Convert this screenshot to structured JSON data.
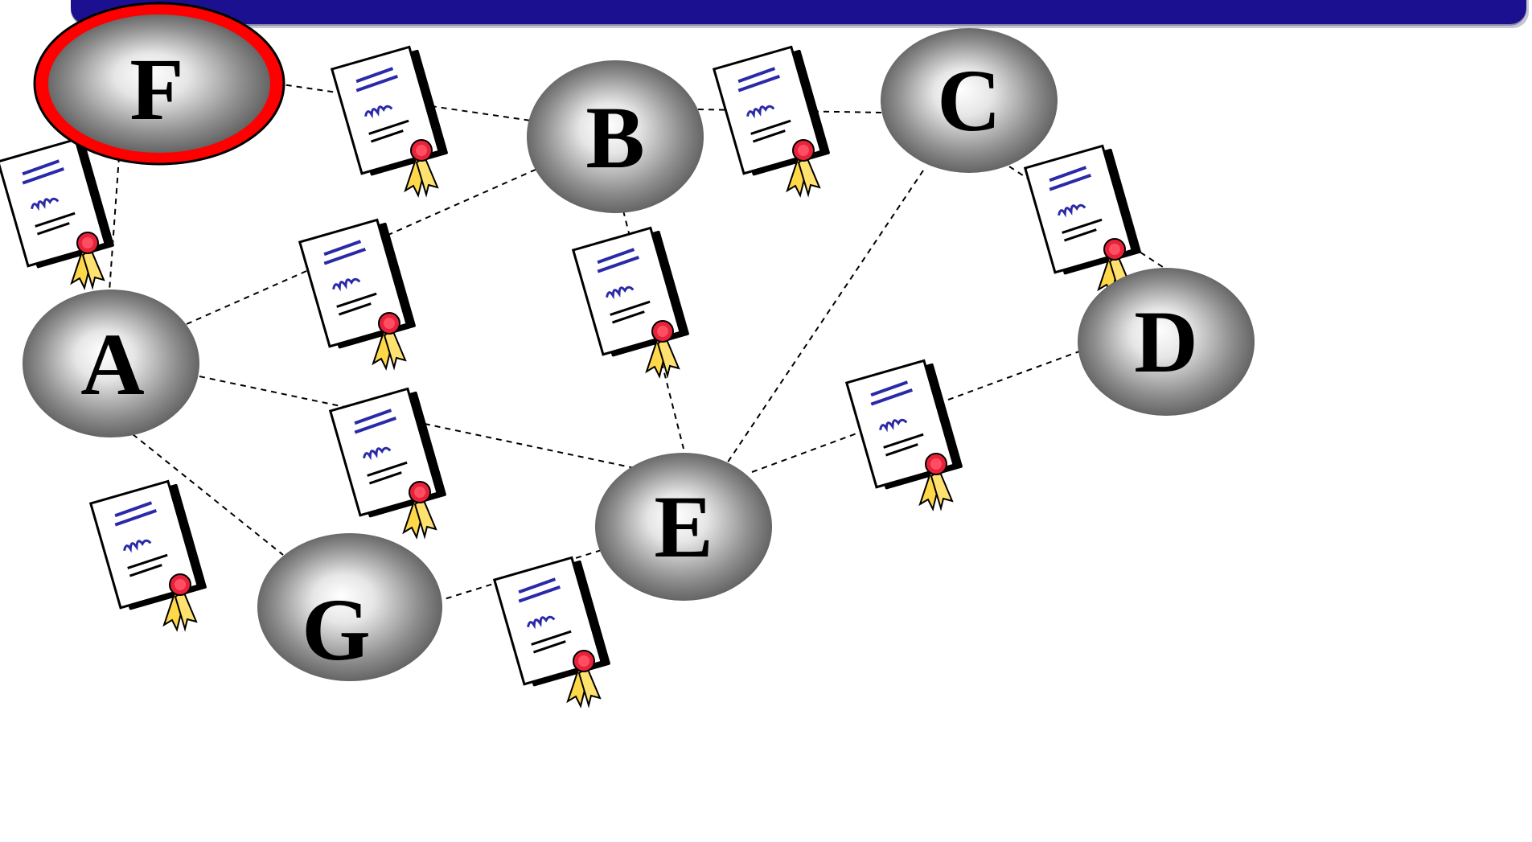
{
  "diagram": {
    "type": "peer-trust-network",
    "accent_color": "#ff0000",
    "bar_color": "#1a1090",
    "edge_style": "dashed",
    "highlighted_node": "F",
    "nodes": [
      {
        "id": "F",
        "label": "F",
        "highlighted": true
      },
      {
        "id": "B",
        "label": "B",
        "highlighted": false
      },
      {
        "id": "C",
        "label": "C",
        "highlighted": false
      },
      {
        "id": "A",
        "label": "A",
        "highlighted": false
      },
      {
        "id": "D",
        "label": "D",
        "highlighted": false
      },
      {
        "id": "E",
        "label": "E",
        "highlighted": false
      },
      {
        "id": "G",
        "label": "G",
        "highlighted": false
      }
    ],
    "edges": [
      {
        "from": "F",
        "to": "B",
        "certificate": true
      },
      {
        "from": "B",
        "to": "C",
        "certificate": true
      },
      {
        "from": "F",
        "to": "A",
        "certificate": true
      },
      {
        "from": "A",
        "to": "B",
        "certificate": true
      },
      {
        "from": "B",
        "to": "E",
        "certificate": true
      },
      {
        "from": "C",
        "to": "D",
        "certificate": true
      },
      {
        "from": "C",
        "to": "E",
        "certificate": false
      },
      {
        "from": "A",
        "to": "E",
        "certificate": true
      },
      {
        "from": "E",
        "to": "D",
        "certificate": true
      },
      {
        "from": "A",
        "to": "G",
        "certificate": true
      },
      {
        "from": "G",
        "to": "E",
        "certificate": true
      }
    ],
    "certificate_icon": "signed-certificate-icon"
  }
}
